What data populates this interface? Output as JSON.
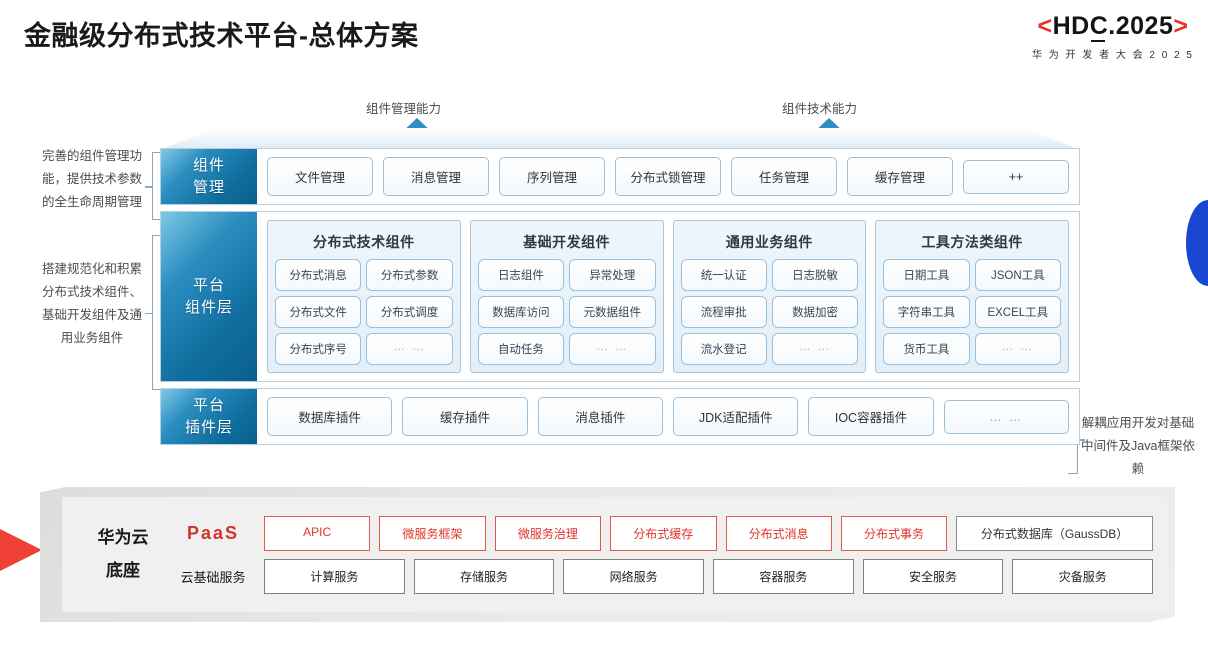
{
  "header": {
    "title": "金融级分布式技术平台-总体方案",
    "logo": {
      "bracket_left": "<",
      "bracket_right": ">",
      "main_pre": "HD",
      "main_c": "C",
      "main_post": ".2025",
      "subtitle": "华 为 开 发 者 大 会 2 0 2 5",
      "bracket_color": "#e8312b",
      "text_color": "#141414"
    }
  },
  "arrows": [
    {
      "label": "组件管理能力"
    },
    {
      "label": "组件技术能力"
    }
  ],
  "annotations": {
    "left": [
      "完善的组件管理功能，提供技术参数的全生命周期管理",
      "搭建规范化和积累分布式技术组件、基础开发组件及通用业务组件"
    ],
    "right": [
      "解耦应用开发对基础中间件及Java框架依赖"
    ]
  },
  "rows": {
    "component_management": {
      "label_line1": "组件",
      "label_line2": "管理",
      "chips": [
        "文件管理",
        "消息管理",
        "序列管理",
        "分布式锁管理",
        "任务管理",
        "缓存管理",
        "++"
      ]
    },
    "platform_component_layer": {
      "label_line1": "平台",
      "label_line2": "组件层",
      "groups": [
        {
          "title": "分布式技术组件",
          "cells": [
            "分布式消息",
            "分布式参数",
            "分布式文件",
            "分布式调度",
            "分布式序号",
            "… …"
          ]
        },
        {
          "title": "基础开发组件",
          "cells": [
            "日志组件",
            "异常处理",
            "数据库访问",
            "元数据组件",
            "自动任务",
            "… …"
          ]
        },
        {
          "title": "通用业务组件",
          "cells": [
            "统一认证",
            "日志脱敏",
            "流程审批",
            "数据加密",
            "流水登记",
            "… …"
          ]
        },
        {
          "title": "工具方法类组件",
          "cells": [
            "日期工具",
            "JSON工具",
            "字符串工具",
            "EXCEL工具",
            "货币工具",
            "… …"
          ]
        }
      ]
    },
    "platform_plugin_layer": {
      "label_line1": "平台",
      "label_line2": "插件层",
      "chips": [
        "数据库插件",
        "缓存插件",
        "消息插件",
        "JDK适配插件",
        "IOC容器插件",
        "… …"
      ]
    }
  },
  "base": {
    "title_line1": "华为云",
    "title_line2": "底座",
    "paas": {
      "label": "PaaS",
      "cells": [
        "APIC",
        "微服务框架",
        "微服务治理",
        "分布式缓存",
        "分布式消息",
        "分布式事务"
      ],
      "gauss_cell": "分布式数据库（GaussDB）",
      "accent_color": "#d0342c"
    },
    "cloud": {
      "label": "云基础服务",
      "cells": [
        "计算服务",
        "存储服务",
        "网络服务",
        "容器服务",
        "安全服务",
        "灾备服务"
      ]
    }
  }
}
